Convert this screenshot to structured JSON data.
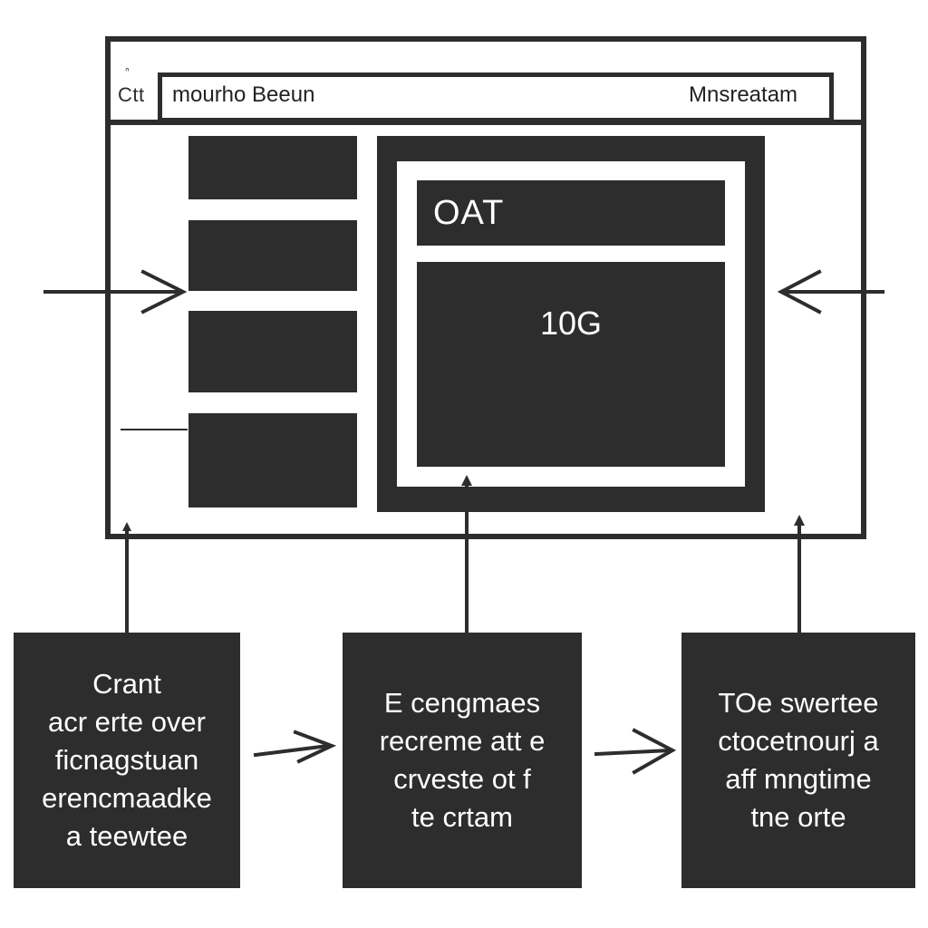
{
  "window": {
    "app_label": "Ctt",
    "address_left": "mourho Beeun",
    "address_right": "Mnsreatam"
  },
  "main_panel": {
    "header_label": "OAT",
    "value": "10G"
  },
  "description_boxes": [
    {
      "text": "Crant\nacr erte over\nficnagstuan\nerencmaadke\na teewtee"
    },
    {
      "text": "E cengmaes\nrecreme att e\ncrveste ot f\nte crtam"
    },
    {
      "text": "TOe swertee\nctocetnourj a\naff mngtime\ntne orte"
    }
  ],
  "colors": {
    "ink": "#2d2d2d",
    "background": "#ffffff"
  }
}
